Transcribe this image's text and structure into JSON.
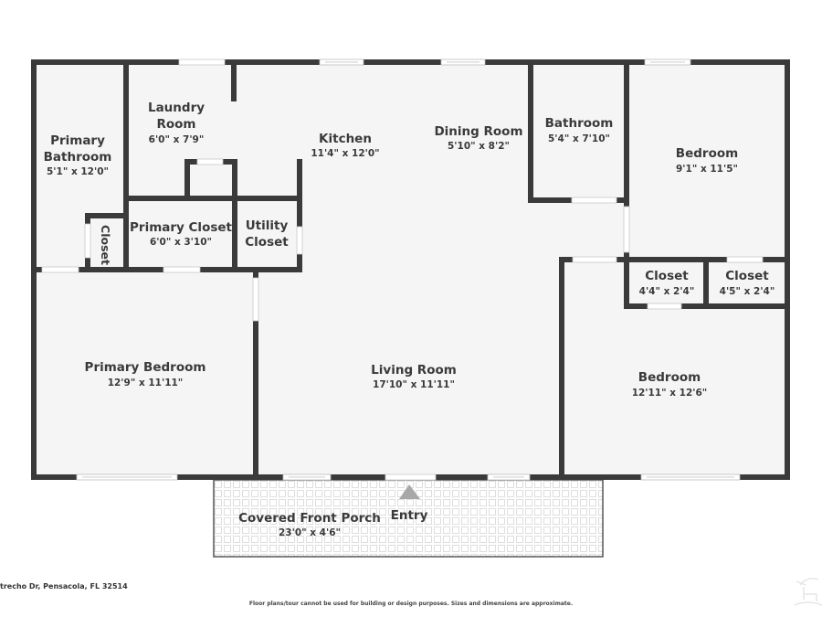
{
  "floor_plan": {
    "rooms": [
      {
        "id": "primary-bathroom",
        "name_lines": [
          "Primary",
          "Bathroom"
        ],
        "dimensions": "5'1\" x 12'0\""
      },
      {
        "id": "laundry-room",
        "name_lines": [
          "Laundry",
          "Room"
        ],
        "dimensions": "6'0\" x 7'9\""
      },
      {
        "id": "kitchen",
        "name_lines": [
          "Kitchen"
        ],
        "dimensions": "11'4\" x 12'0\""
      },
      {
        "id": "dining-room",
        "name_lines": [
          "Dining Room"
        ],
        "dimensions": "5'10\" x 8'2\""
      },
      {
        "id": "bathroom",
        "name_lines": [
          "Bathroom"
        ],
        "dimensions": "5'4\" x 7'10\""
      },
      {
        "id": "bedroom-1",
        "name_lines": [
          "Bedroom"
        ],
        "dimensions": "9'1\" x 11'5\""
      },
      {
        "id": "closet-small",
        "name_lines": [
          "Closet"
        ],
        "dimensions": ""
      },
      {
        "id": "primary-closet",
        "name_lines": [
          "Primary Closet"
        ],
        "dimensions": "6'0\" x 3'10\""
      },
      {
        "id": "utility-closet",
        "name_lines": [
          "Utility",
          "Closet"
        ],
        "dimensions": ""
      },
      {
        "id": "closet-1",
        "name_lines": [
          "Closet"
        ],
        "dimensions": "4'4\" x 2'4\""
      },
      {
        "id": "closet-2",
        "name_lines": [
          "Closet"
        ],
        "dimensions": "4'5\" x 2'4\""
      },
      {
        "id": "primary-bedroom",
        "name_lines": [
          "Primary Bedroom"
        ],
        "dimensions": "12'9\" x 11'11\""
      },
      {
        "id": "living-room",
        "name_lines": [
          "Living Room"
        ],
        "dimensions": "17'10\" x 11'11\""
      },
      {
        "id": "bedroom-2",
        "name_lines": [
          "Bedroom"
        ],
        "dimensions": "12'11\" x 12'6\""
      },
      {
        "id": "covered-front-porch",
        "name_lines": [
          "Covered Front Porch"
        ],
        "dimensions": "23'0\" x 4'6\""
      }
    ],
    "entry_label": "Entry",
    "colors": {
      "wall": "#3a3a3a",
      "floor": "#f5f5f5",
      "porch_tile": "#e0e0e0",
      "entry_arrow": "#a8a8a8"
    }
  },
  "footer": {
    "address": "trecho Dr, Pensacola, FL 32514",
    "disclaimer": "Floor plans/tour cannot be used for building or design purposes. Sizes and dimensions are approximate."
  }
}
